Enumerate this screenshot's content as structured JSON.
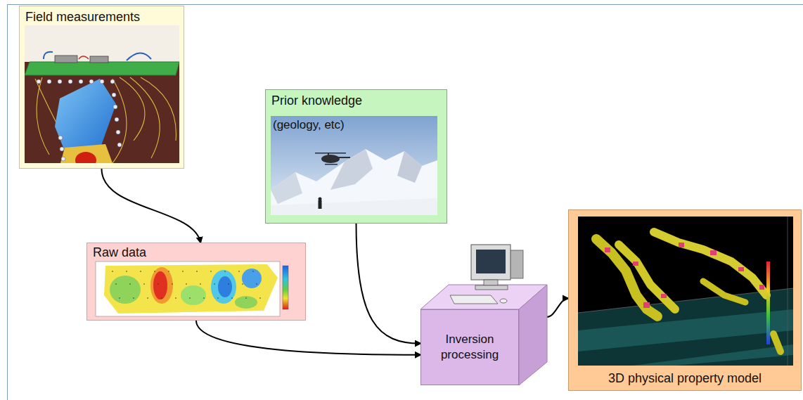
{
  "diagram": {
    "nodes": [
      {
        "text": [
          "Field measurements"
        ]
      },
      {
        "text": [
          "Prior knowledge",
          "(geology, etc)"
        ]
      },
      {
        "text": [
          "Raw data"
        ]
      },
      {
        "text": [
          "Inversion processing"
        ]
      },
      {
        "text": [
          "3D physical property model"
        ]
      }
    ],
    "edges": [
      {
        "from": 0,
        "to": 2,
        "arrow": "to"
      },
      {
        "from": 2,
        "to": 3,
        "arrow": "to"
      },
      {
        "from": 1,
        "to": 3,
        "arrow": "to"
      },
      {
        "from": 3,
        "to": 4,
        "arrow": "to"
      }
    ]
  }
}
